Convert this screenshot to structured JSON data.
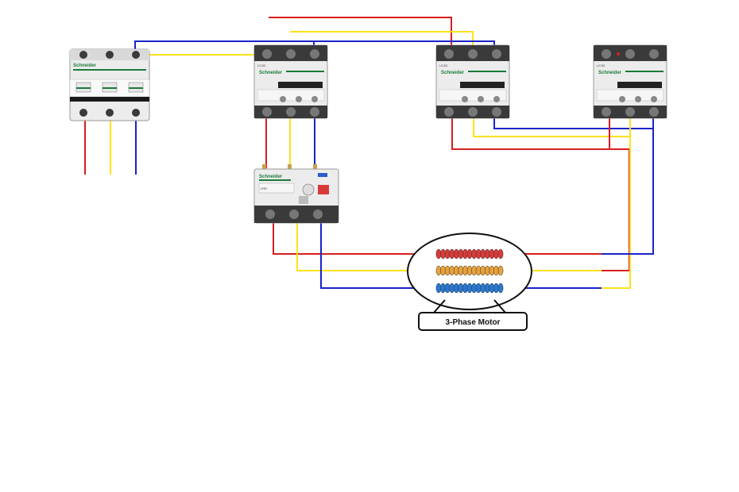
{
  "colors": {
    "phase_red": "#d81e1e",
    "phase_yellow": "#ffe11a",
    "phase_blue": "#1a23c8",
    "device_body": "#ececec",
    "terminal_dark": "#3a3a3a",
    "brand_green": "#1a7a3a",
    "coil_red": "#d83a3a",
    "coil_orange": "#e8a23a",
    "coil_blue": "#2a78d0"
  },
  "devices": {
    "breaker": {
      "brand": "Schneider"
    },
    "contactor_1": {
      "brand": "Schneider"
    },
    "contactor_2": {
      "brand": "Schneider"
    },
    "contactor_3": {
      "brand": "Schneider"
    },
    "overload_relay": {
      "brand": "Schneider"
    }
  },
  "motor": {
    "label": "3-Phase Motor"
  }
}
